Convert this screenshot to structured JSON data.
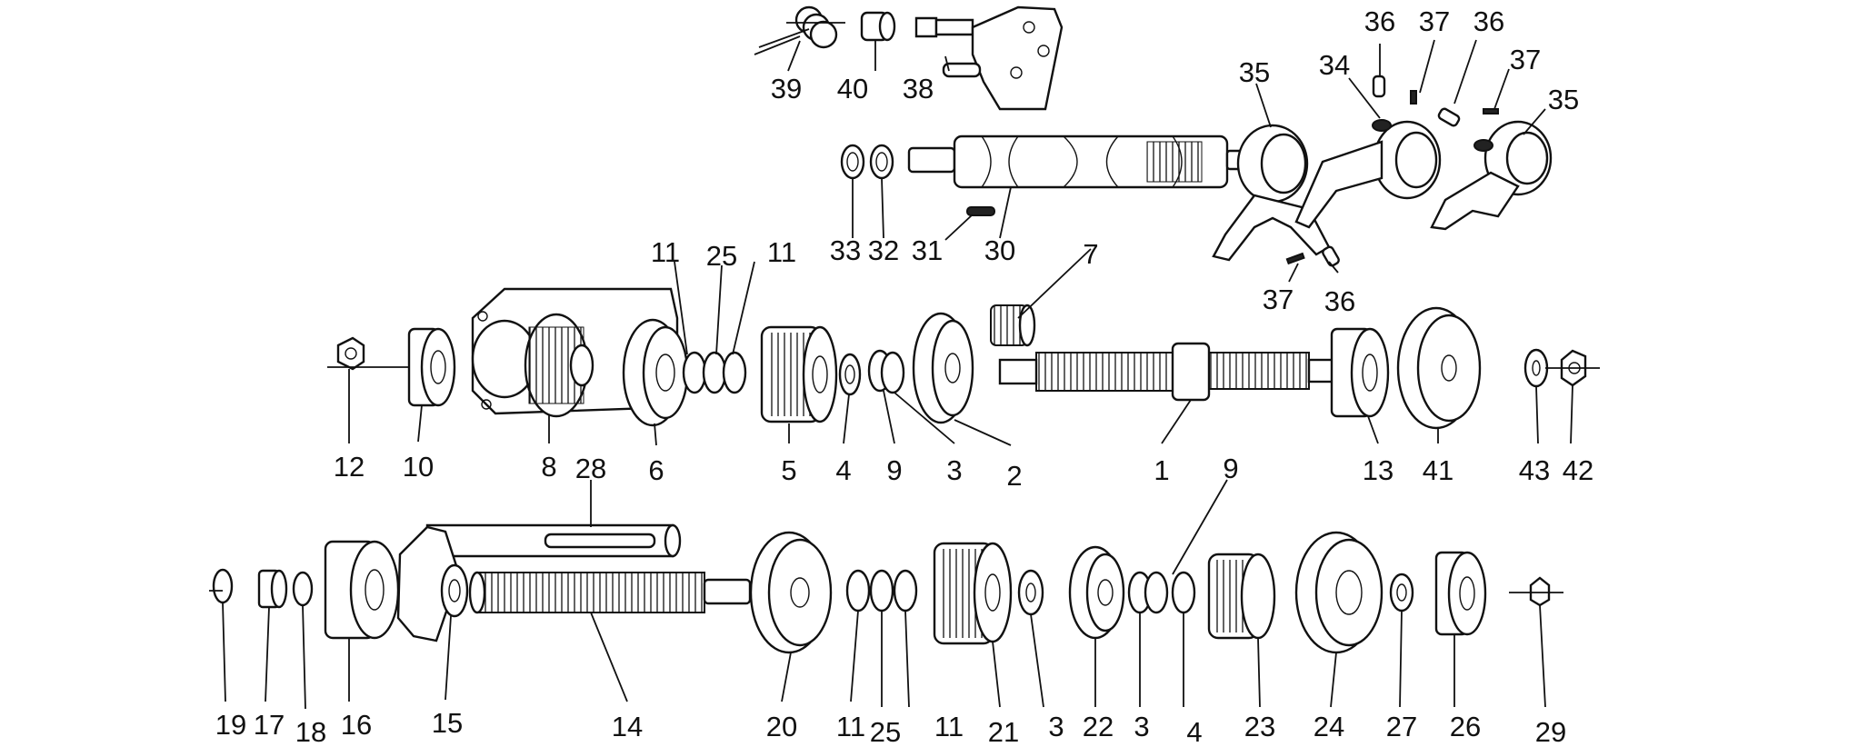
{
  "diagram": {
    "callouts": [
      {
        "id": "39",
        "label": "39"
      },
      {
        "id": "40",
        "label": "40"
      },
      {
        "id": "38",
        "label": "38"
      },
      {
        "id": "35a",
        "label": "35"
      },
      {
        "id": "34",
        "label": "34"
      },
      {
        "id": "36a",
        "label": "36"
      },
      {
        "id": "37a",
        "label": "37"
      },
      {
        "id": "36b",
        "label": "36"
      },
      {
        "id": "37b",
        "label": "37"
      },
      {
        "id": "35b",
        "label": "35"
      },
      {
        "id": "33",
        "label": "33"
      },
      {
        "id": "32",
        "label": "32"
      },
      {
        "id": "31",
        "label": "31"
      },
      {
        "id": "30",
        "label": "30"
      },
      {
        "id": "37c",
        "label": "37"
      },
      {
        "id": "36c",
        "label": "36"
      },
      {
        "id": "11a",
        "label": "11"
      },
      {
        "id": "25a",
        "label": "25"
      },
      {
        "id": "11b",
        "label": "11"
      },
      {
        "id": "7",
        "label": "7"
      },
      {
        "id": "12",
        "label": "12"
      },
      {
        "id": "10",
        "label": "10"
      },
      {
        "id": "8",
        "label": "8"
      },
      {
        "id": "6",
        "label": "6"
      },
      {
        "id": "5",
        "label": "5"
      },
      {
        "id": "4a",
        "label": "4"
      },
      {
        "id": "9a",
        "label": "9"
      },
      {
        "id": "3a",
        "label": "3"
      },
      {
        "id": "2",
        "label": "2"
      },
      {
        "id": "1",
        "label": "1"
      },
      {
        "id": "13",
        "label": "13"
      },
      {
        "id": "41",
        "label": "41"
      },
      {
        "id": "43",
        "label": "43"
      },
      {
        "id": "42",
        "label": "42"
      },
      {
        "id": "28",
        "label": "28"
      },
      {
        "id": "9b",
        "label": "9"
      },
      {
        "id": "19",
        "label": "19"
      },
      {
        "id": "17",
        "label": "17"
      },
      {
        "id": "18",
        "label": "18"
      },
      {
        "id": "16",
        "label": "16"
      },
      {
        "id": "15",
        "label": "15"
      },
      {
        "id": "14",
        "label": "14"
      },
      {
        "id": "20",
        "label": "20"
      },
      {
        "id": "11c",
        "label": "11"
      },
      {
        "id": "25b",
        "label": "25"
      },
      {
        "id": "11d",
        "label": "11"
      },
      {
        "id": "21",
        "label": "21"
      },
      {
        "id": "3b",
        "label": "3"
      },
      {
        "id": "22",
        "label": "22"
      },
      {
        "id": "3c",
        "label": "3"
      },
      {
        "id": "4b",
        "label": "4"
      },
      {
        "id": "23",
        "label": "23"
      },
      {
        "id": "24",
        "label": "24"
      },
      {
        "id": "27",
        "label": "27"
      },
      {
        "id": "26",
        "label": "26"
      },
      {
        "id": "29",
        "label": "29"
      }
    ]
  }
}
